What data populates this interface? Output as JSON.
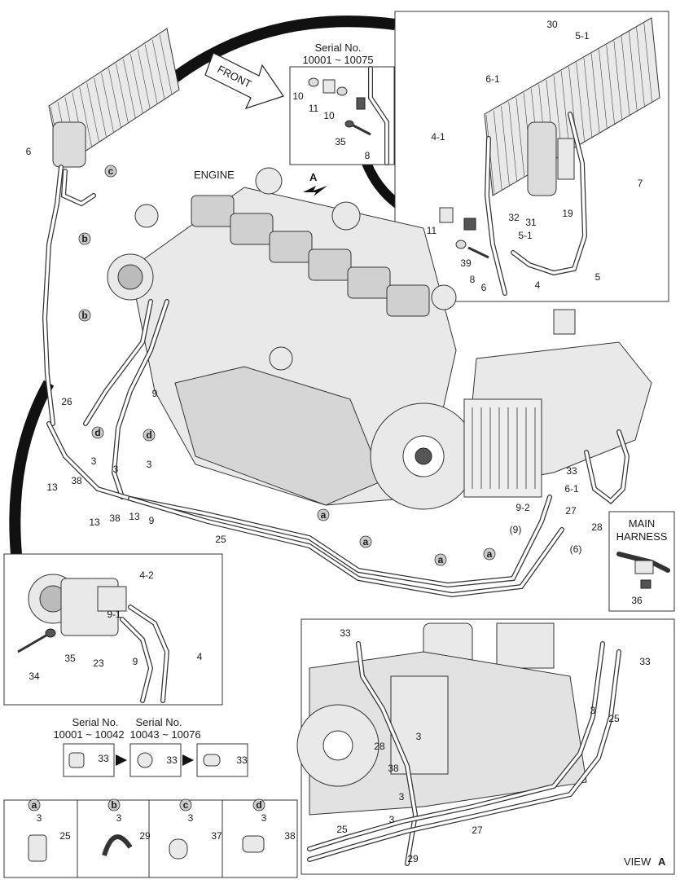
{
  "labels": {
    "front": "FRONT",
    "engine": "ENGINE",
    "view_arrow": "A",
    "serial_top_title": "Serial No.",
    "serial_top_range": "10001 ~ 10075",
    "main_harness_1": "MAIN",
    "main_harness_2": "HARNESS",
    "view_a": "VIEW",
    "view_a_letter": "A",
    "serial_a_title": "Serial No.",
    "serial_a_range": "10001 ~ 10042",
    "serial_b_title": "Serial No.",
    "serial_b_range": "10043 ~ 10076"
  },
  "clip_types": [
    {
      "letter": "a",
      "parts": [
        "3",
        "25"
      ]
    },
    {
      "letter": "b",
      "parts": [
        "3",
        "29"
      ]
    },
    {
      "letter": "c",
      "parts": [
        "3",
        "37"
      ]
    },
    {
      "letter": "d",
      "parts": [
        "3",
        "38"
      ]
    }
  ],
  "callouts": {
    "left_condenser": [
      "6",
      "c",
      "b",
      "b",
      "26",
      "d",
      "3",
      "13",
      "38",
      "3",
      "13",
      "38",
      "13",
      "3",
      "9",
      "d",
      "9"
    ],
    "serial_box": [
      "10",
      "11",
      "10",
      "35",
      "8"
    ],
    "top_right": [
      "30",
      "5-1",
      "6-1",
      "4-1",
      "7",
      "11",
      "32",
      "31",
      "19",
      "5-1",
      "39",
      "8",
      "6",
      "4",
      "5"
    ],
    "main_lower": [
      "25",
      "a",
      "a",
      "a",
      "a",
      "33",
      "6-1",
      "9-2",
      "(9)",
      "(6)",
      "27",
      "28"
    ],
    "harness": [
      "36"
    ],
    "compressor": [
      "4-2",
      "9-1",
      "34",
      "35",
      "23",
      "9",
      "4"
    ],
    "serial_clamps": [
      "33",
      "33",
      "33"
    ],
    "view_a": [
      "33",
      "33",
      "3",
      "25",
      "28",
      "3",
      "38",
      "3",
      "3",
      "25",
      "27",
      "29"
    ]
  }
}
